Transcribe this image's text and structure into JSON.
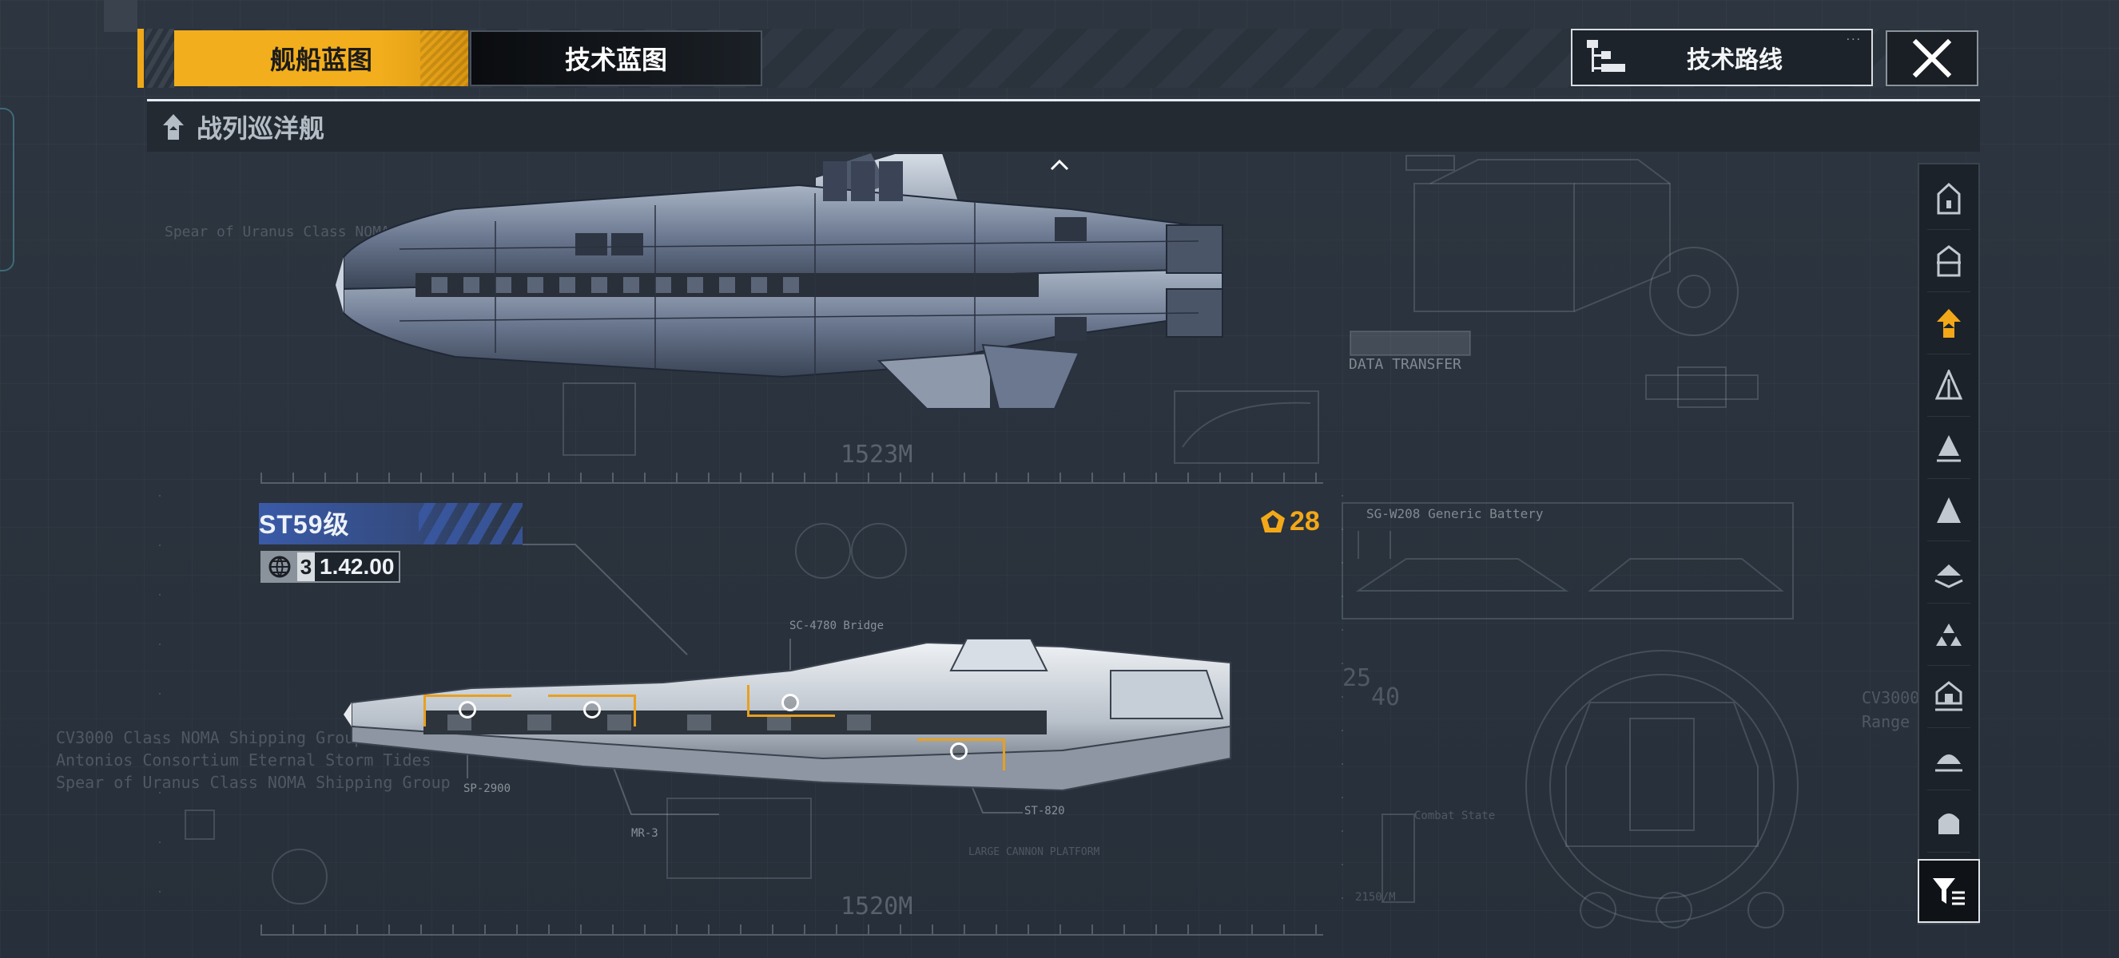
{
  "tabs": {
    "ship_blueprint": "舰船蓝图",
    "tech_blueprint": "技术蓝图"
  },
  "tech_route": {
    "label": "技术路线"
  },
  "category": {
    "title": "战列巡洋舰"
  },
  "ship": {
    "class_name": "ST59级",
    "stat_level": "3",
    "stat_value": "1.42.00",
    "cost": "28"
  },
  "blueprint": {
    "length_top": "1523M",
    "length_bottom": "1520M",
    "data_transfer": "DATA TRANSFER",
    "battery_label": "SG-W208 Generic Battery",
    "bg_line_1": "Spear of Uranus Class NOMA Shipping",
    "bg_line_2": "CV3000 Class NOMA Shipping Group Antonios C",
    "bg_line_3": "Antonios Consortium Eternal Storm Tides",
    "bg_line_4": "Spear of Uranus Class NOMA Shipping Group",
    "bg_right_1": "CV3000",
    "bg_right_2": "Range C",
    "callout_1": "SC-4780 Bridge",
    "callout_2": "SP-2900",
    "callout_3": "MR-3",
    "callout_4": "ST-820",
    "large_cannon": "LARGE CANNON PLATFORM",
    "combat_state": "Combat State",
    "num_25": "25",
    "num_40": "40",
    "num_2150": "2150/M"
  },
  "colors": {
    "accent": "#f2ae1c",
    "class_banner": "#3a5aa8",
    "cost": "#f2a818"
  }
}
